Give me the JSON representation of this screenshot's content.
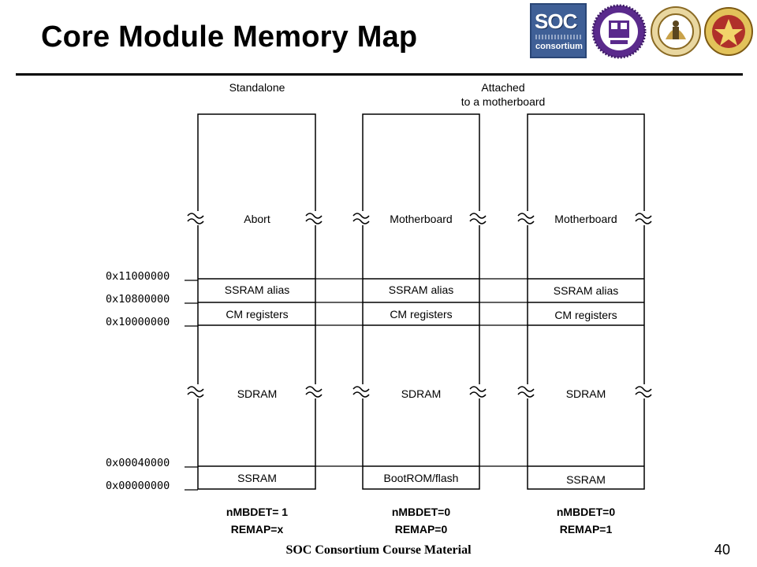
{
  "title": "Core Module Memory Map",
  "logos": {
    "soc_main": "SOC",
    "soc_sub": "consortium"
  },
  "diagram": {
    "headers": {
      "standalone": "Standalone",
      "attached_line1": "Attached",
      "attached_line2": "to a motherboard"
    },
    "addresses": [
      "0x11000000",
      "0x10800000",
      "0x10000000",
      "0x00040000",
      "0x00000000"
    ],
    "columns": [
      {
        "top_region": "Abort",
        "alias": "SSRAM alias",
        "registers": "CM registers",
        "middle_region": "SDRAM",
        "bottom_region": "SSRAM",
        "nmbdet": "nMBDET= 1",
        "remap": "REMAP=x"
      },
      {
        "top_region": "Motherboard",
        "alias": "SSRAM alias",
        "registers": "CM registers",
        "middle_region": "SDRAM",
        "bottom_region": "BootROM/flash",
        "nmbdet": "nMBDET=0",
        "remap": "REMAP=0"
      },
      {
        "top_region": "Motherboard",
        "alias": "SSRAM alias",
        "registers": "CM registers",
        "middle_region": "SDRAM",
        "bottom_region": "SSRAM",
        "nmbdet": "nMBDET=0",
        "remap": "REMAP=1"
      }
    ]
  },
  "footer": {
    "course": "SOC Consortium Course Material",
    "page": "40"
  },
  "colors": {
    "soc_logo": "#3f5f96",
    "purple_seal": "#5a2a8c",
    "gold_seal": "#c9a24a",
    "red_seal": "#b0302a"
  }
}
